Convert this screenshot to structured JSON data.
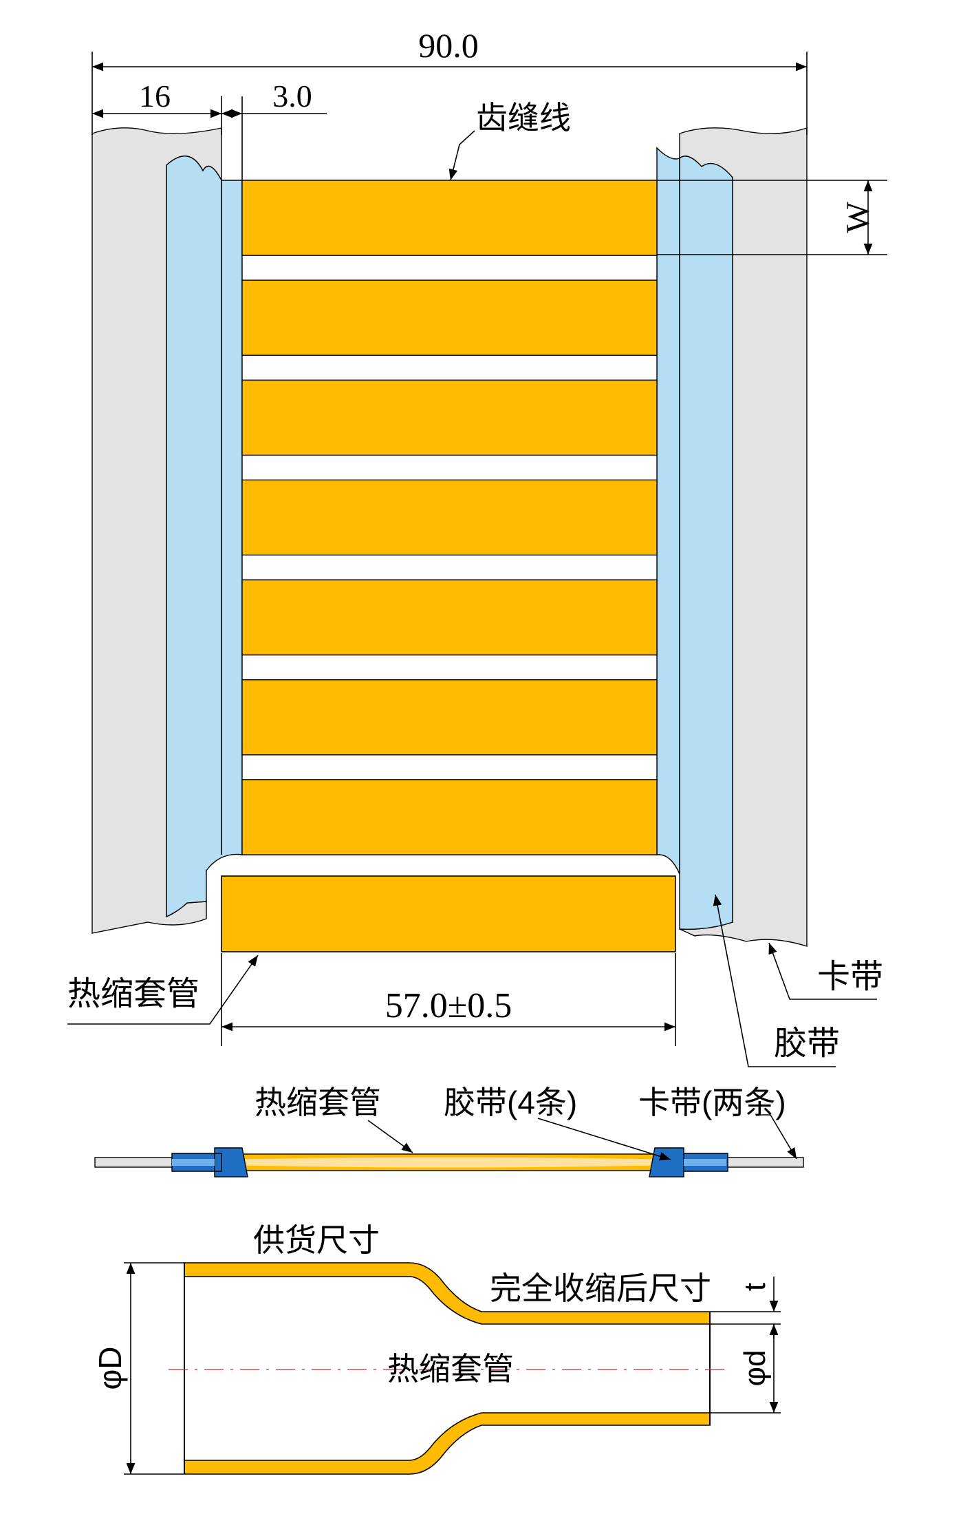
{
  "dimensions": {
    "overall_width": "90.0",
    "tape_width": "16",
    "gap": "3.0",
    "sleeve_length": "57.0±0.5",
    "band_width_symbol": "W"
  },
  "labels": {
    "perforation_line": "齿缝线",
    "heat_shrink_sleeve": "热缩套管",
    "clamp_band": "卡带",
    "adhesive_tape": "胶带"
  },
  "side_view": {
    "sleeve_label": "热缩套管",
    "tape_label": "胶带(4条)",
    "clamp_label": "卡带(两条)"
  },
  "section": {
    "supply_size": "供货尺寸",
    "recovered_size": "完全收缩后尺寸",
    "tube_label": "热缩套管",
    "outer_diameter": "φD",
    "inner_diameter": "φd",
    "wall_thickness": "t"
  },
  "colors": {
    "sleeve": "#ffbb00",
    "adhesive_tape": "#b5def5",
    "clamp_band": "#e3e3e3",
    "side_clamp": "#1f6fc4",
    "centerline": "#c03030"
  },
  "band_count": 7,
  "icons": {
    "arrowhead": "arrow-icon"
  }
}
